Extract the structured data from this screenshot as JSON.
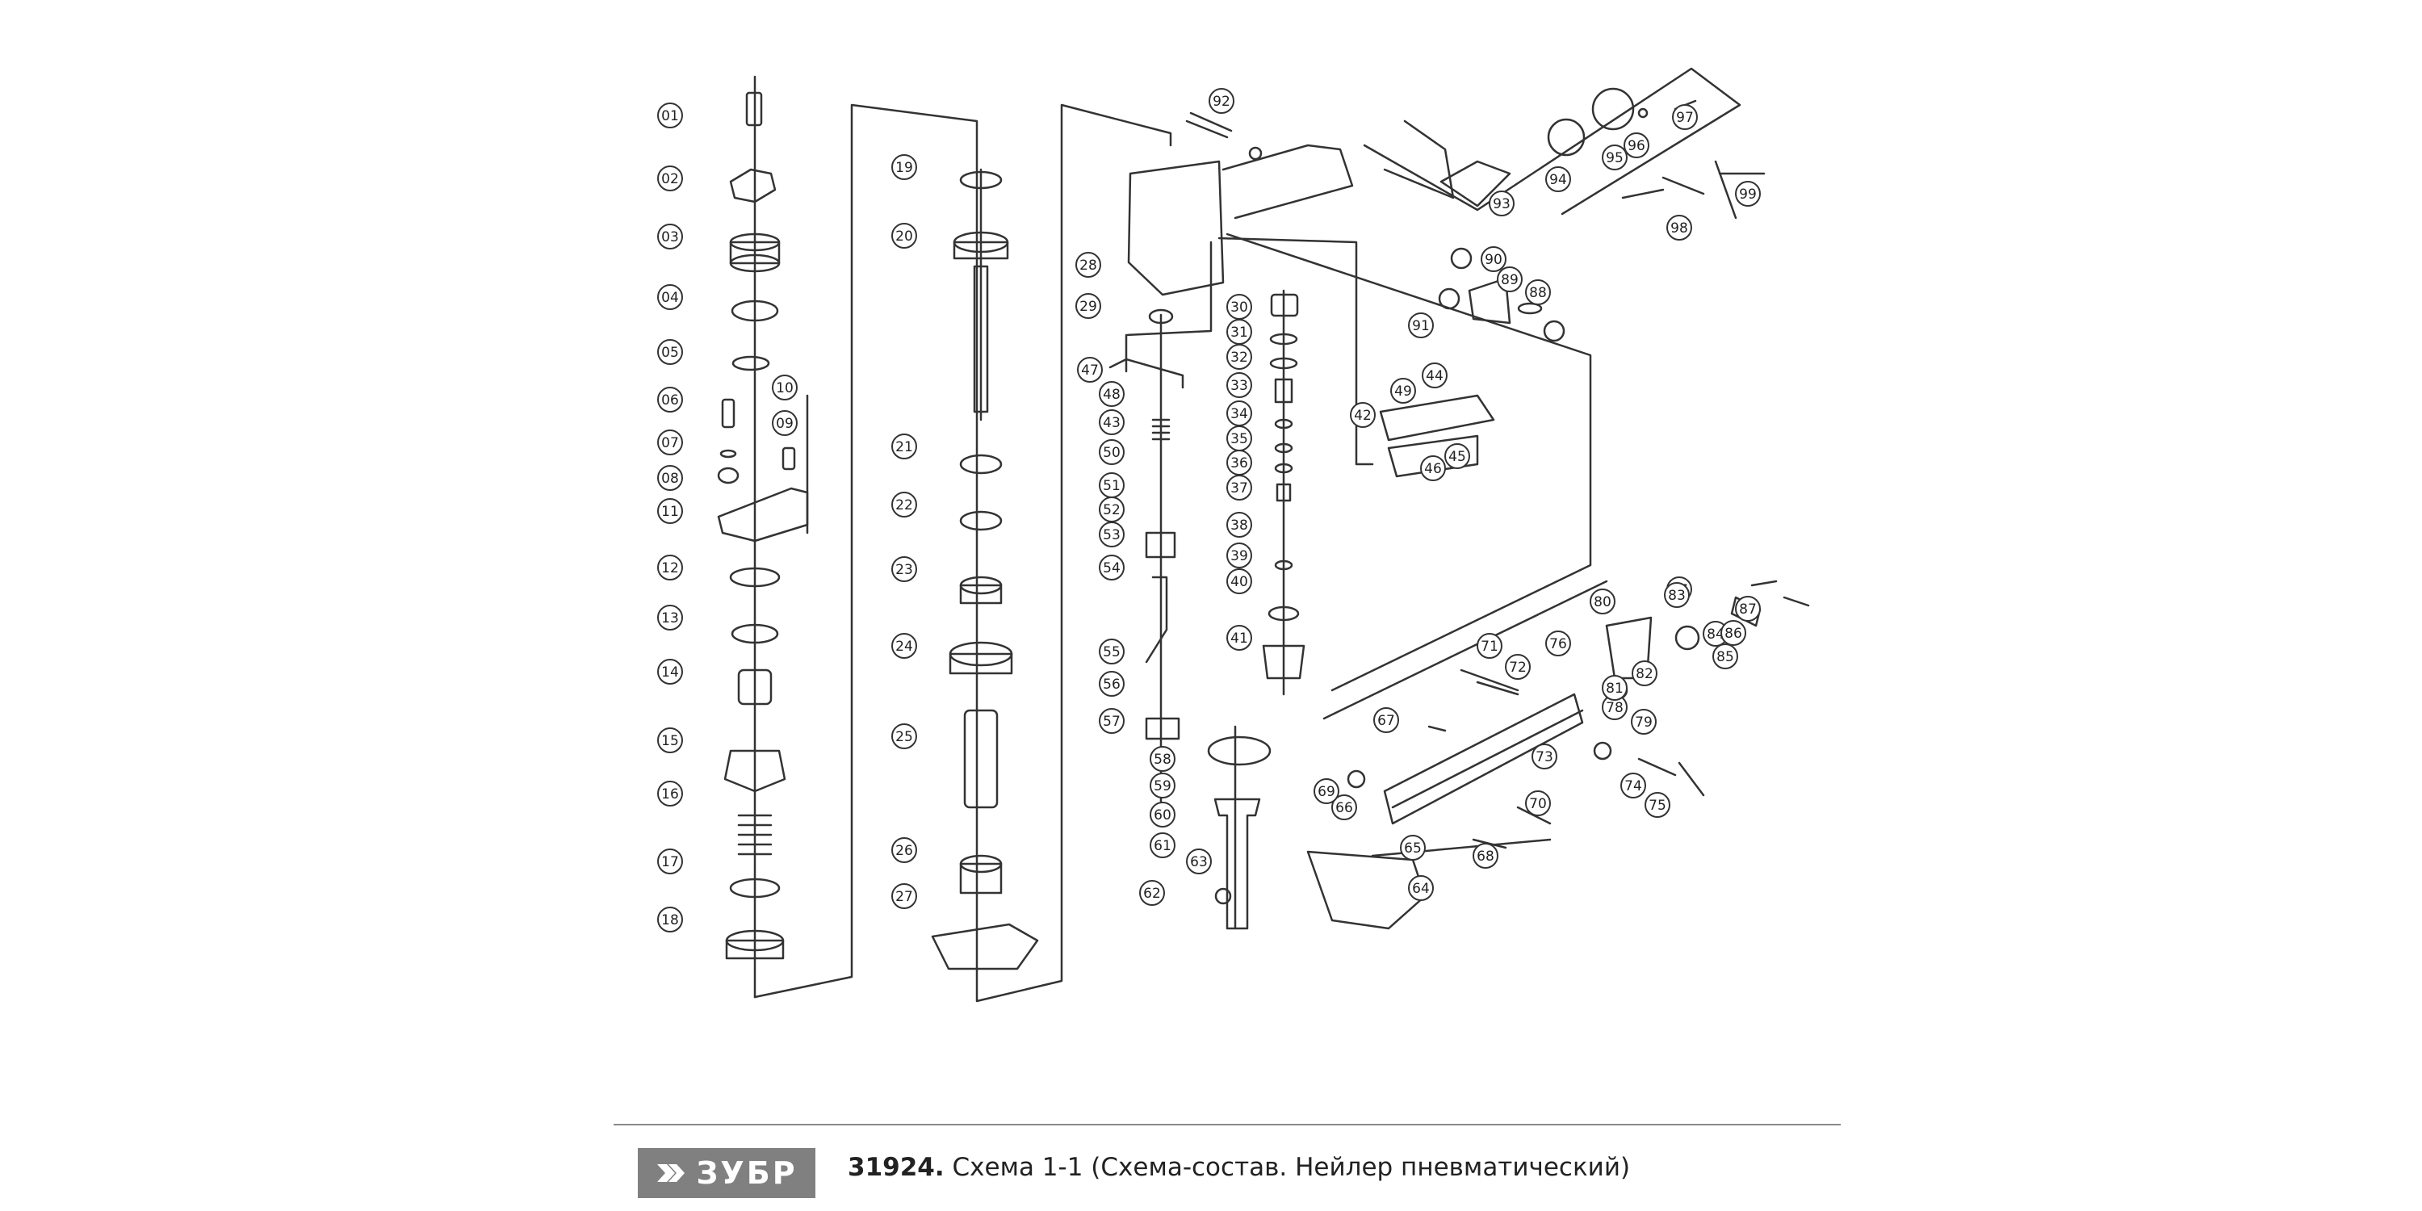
{
  "diagram": {
    "callouts": [
      {
        "id": "c01",
        "label": "01"
      },
      {
        "id": "c02",
        "label": "02"
      },
      {
        "id": "c03",
        "label": "03"
      },
      {
        "id": "c04",
        "label": "04"
      },
      {
        "id": "c05",
        "label": "05"
      },
      {
        "id": "c06",
        "label": "06"
      },
      {
        "id": "c07",
        "label": "07"
      },
      {
        "id": "c08",
        "label": "08"
      },
      {
        "id": "c09",
        "label": "09"
      },
      {
        "id": "c10",
        "label": "10"
      },
      {
        "id": "c11",
        "label": "11"
      },
      {
        "id": "c12",
        "label": "12"
      },
      {
        "id": "c13",
        "label": "13"
      },
      {
        "id": "c14",
        "label": "14"
      },
      {
        "id": "c15",
        "label": "15"
      },
      {
        "id": "c16",
        "label": "16"
      },
      {
        "id": "c17",
        "label": "17"
      },
      {
        "id": "c18",
        "label": "18"
      },
      {
        "id": "c19",
        "label": "19"
      },
      {
        "id": "c20",
        "label": "20"
      },
      {
        "id": "c21",
        "label": "21"
      },
      {
        "id": "c22",
        "label": "22"
      },
      {
        "id": "c23",
        "label": "23"
      },
      {
        "id": "c24",
        "label": "24"
      },
      {
        "id": "c25",
        "label": "25"
      },
      {
        "id": "c26",
        "label": "26"
      },
      {
        "id": "c27",
        "label": "27"
      },
      {
        "id": "c28",
        "label": "28"
      },
      {
        "id": "c29",
        "label": "29"
      },
      {
        "id": "c30",
        "label": "30"
      },
      {
        "id": "c31",
        "label": "31"
      },
      {
        "id": "c32",
        "label": "32"
      },
      {
        "id": "c33",
        "label": "33"
      },
      {
        "id": "c34",
        "label": "34"
      },
      {
        "id": "c35",
        "label": "35"
      },
      {
        "id": "c36",
        "label": "36"
      },
      {
        "id": "c37",
        "label": "37"
      },
      {
        "id": "c38",
        "label": "38"
      },
      {
        "id": "c39",
        "label": "39"
      },
      {
        "id": "c40",
        "label": "40"
      },
      {
        "id": "c41",
        "label": "41"
      },
      {
        "id": "c42",
        "label": "42"
      },
      {
        "id": "c43",
        "label": "43"
      },
      {
        "id": "c44",
        "label": "44"
      },
      {
        "id": "c45",
        "label": "45"
      },
      {
        "id": "c46",
        "label": "46"
      },
      {
        "id": "c47",
        "label": "47"
      },
      {
        "id": "c48",
        "label": "48"
      },
      {
        "id": "c49",
        "label": "49"
      },
      {
        "id": "c50",
        "label": "50"
      },
      {
        "id": "c51",
        "label": "51"
      },
      {
        "id": "c52",
        "label": "52"
      },
      {
        "id": "c53",
        "label": "53"
      },
      {
        "id": "c54",
        "label": "54"
      },
      {
        "id": "c55",
        "label": "55"
      },
      {
        "id": "c56",
        "label": "56"
      },
      {
        "id": "c57",
        "label": "57"
      },
      {
        "id": "c58",
        "label": "58"
      },
      {
        "id": "c59",
        "label": "59"
      },
      {
        "id": "c60",
        "label": "60"
      },
      {
        "id": "c61",
        "label": "61"
      },
      {
        "id": "c62",
        "label": "62"
      },
      {
        "id": "c63",
        "label": "63"
      },
      {
        "id": "c64",
        "label": "64"
      },
      {
        "id": "c65",
        "label": "65"
      },
      {
        "id": "c66",
        "label": "66"
      },
      {
        "id": "c67",
        "label": "67"
      },
      {
        "id": "c68",
        "label": "68"
      },
      {
        "id": "c69",
        "label": "69"
      },
      {
        "id": "c70",
        "label": "70"
      },
      {
        "id": "c71",
        "label": "71"
      },
      {
        "id": "c72",
        "label": "72"
      },
      {
        "id": "c73",
        "label": "73"
      },
      {
        "id": "c74",
        "label": "74"
      },
      {
        "id": "c75",
        "label": "75"
      },
      {
        "id": "c76",
        "label": "76"
      },
      {
        "id": "c77",
        "label": "77"
      },
      {
        "id": "c78",
        "label": "78"
      },
      {
        "id": "c79",
        "label": "79"
      },
      {
        "id": "c80",
        "label": "80"
      },
      {
        "id": "c81",
        "label": "81"
      },
      {
        "id": "c82",
        "label": "82"
      },
      {
        "id": "c83",
        "label": "83"
      },
      {
        "id": "c84",
        "label": "84"
      },
      {
        "id": "c85",
        "label": "85"
      },
      {
        "id": "c86",
        "label": "86"
      },
      {
        "id": "c87",
        "label": "87"
      },
      {
        "id": "c88",
        "label": "88"
      },
      {
        "id": "c89",
        "label": "89"
      },
      {
        "id": "c90",
        "label": "90"
      },
      {
        "id": "c91",
        "label": "91"
      },
      {
        "id": "c92",
        "label": "92"
      },
      {
        "id": "c93",
        "label": "93"
      },
      {
        "id": "c94",
        "label": "94"
      },
      {
        "id": "c95",
        "label": "95"
      },
      {
        "id": "c96",
        "label": "96"
      },
      {
        "id": "c97",
        "label": "97"
      },
      {
        "id": "c98",
        "label": "98"
      },
      {
        "id": "c99",
        "label": "99"
      }
    ]
  },
  "footer": {
    "brand": "ЗУБР",
    "code": "31924.",
    "caption": "Схема 1-1 (Схема-состав. Нейлер пневматический)"
  }
}
